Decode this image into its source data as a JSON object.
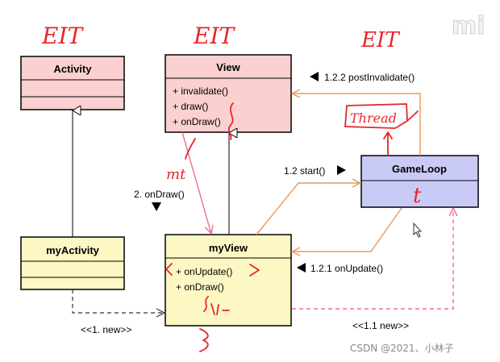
{
  "handwriting": {
    "label_activity": "EIT",
    "label_view": "EIT",
    "label_gameloop": "EIT",
    "thread_note": "Thread",
    "gameloop_mark": "t",
    "mt_note": "mt"
  },
  "classes": {
    "activity": {
      "name": "Activity"
    },
    "view": {
      "name": "View",
      "members": [
        "+ invalidate()",
        "+ draw()",
        "+ onDraw()"
      ]
    },
    "gameloop": {
      "name": "GameLoop"
    },
    "myactivity": {
      "name": "myActivity"
    },
    "myview": {
      "name": "myView",
      "members": [
        "+ onUpdate()",
        "+ onDraw()"
      ]
    }
  },
  "messages": {
    "post_invalidate": "1.2.2 postInvalidate()",
    "start": "1.2 start()",
    "on_draw": "2. onDraw()",
    "on_update": "1.2.1 onUpdate()",
    "new_myview": "<<1. new>>",
    "new_gameloop": "<<1.1 new>>"
  },
  "colors": {
    "pink_fill": "#fbd0d0",
    "yellow_fill": "#fdf7c4",
    "blue_fill": "#c9cbf6",
    "orange_arrow": "#e79a5a",
    "pink_arrow": "#ee6f8a",
    "hand_red": "#e8262a"
  },
  "logo": "mi",
  "watermark": "CSDN @2021、小林子"
}
